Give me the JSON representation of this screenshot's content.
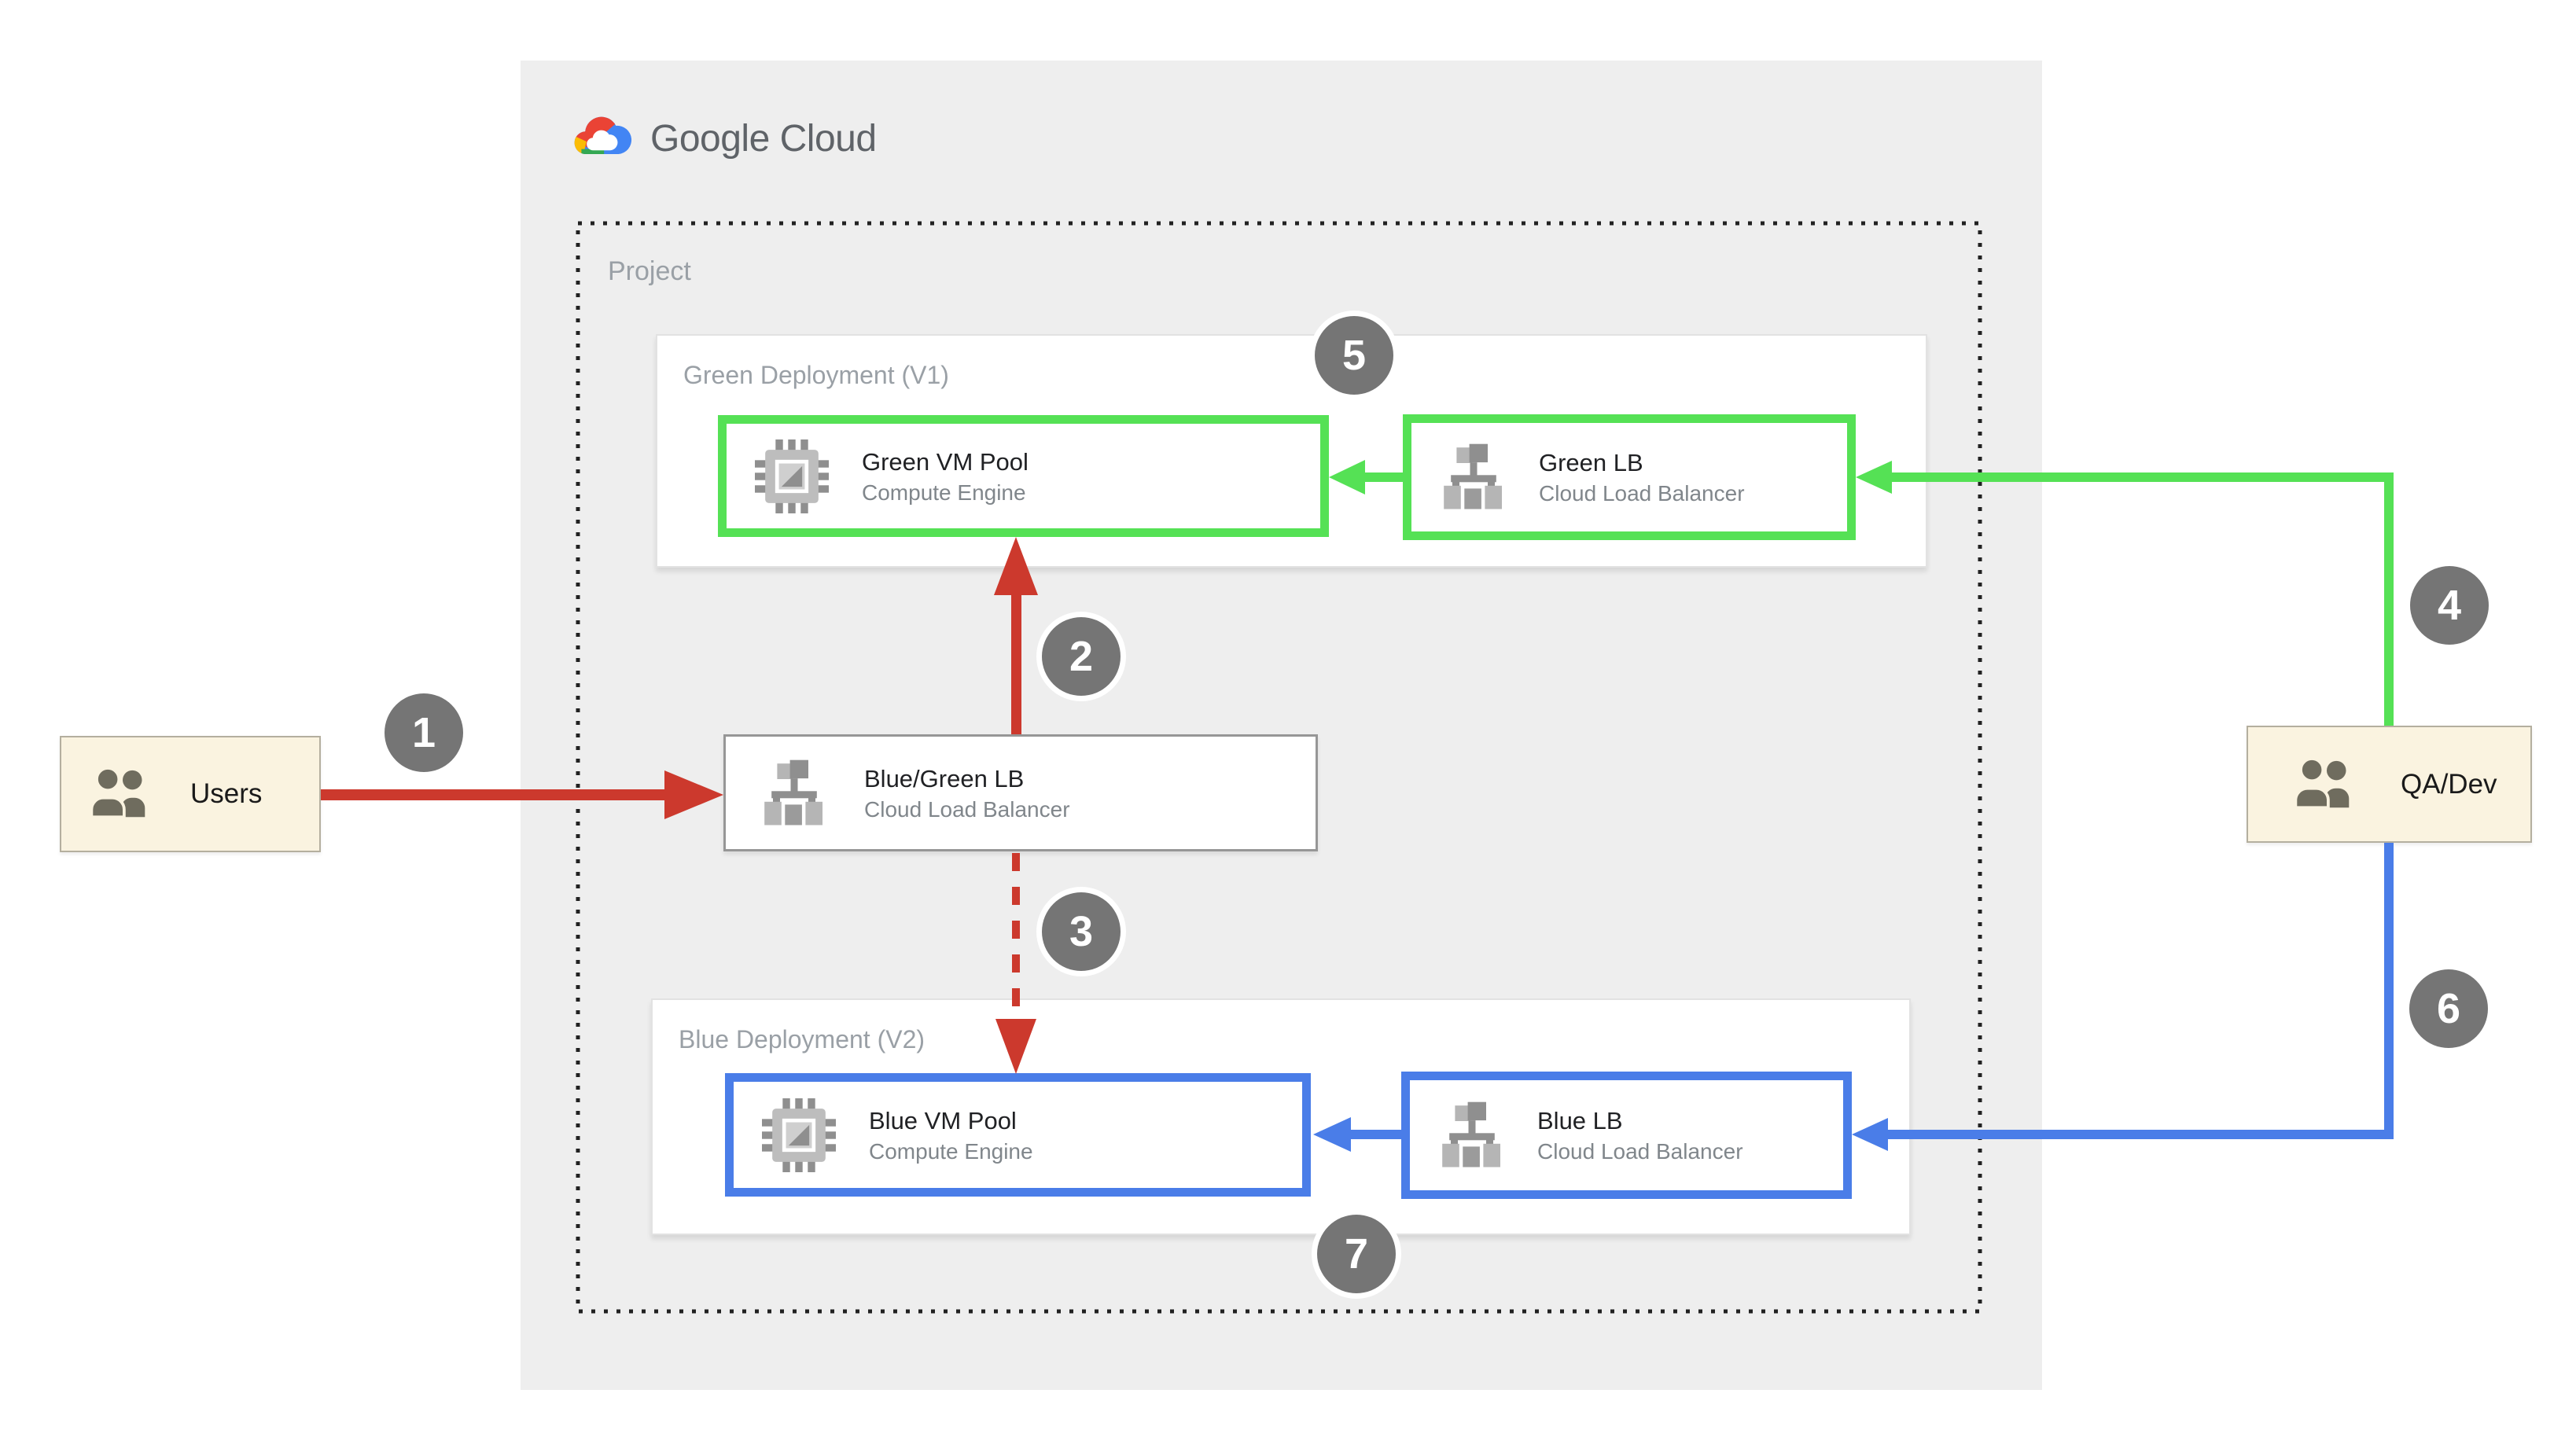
{
  "brand": {
    "name": "Google Cloud"
  },
  "project": {
    "label": "Project"
  },
  "groups": {
    "green": {
      "label": "Green Deployment (V1)"
    },
    "blue": {
      "label": "Blue Deployment (V2)"
    }
  },
  "nodes": {
    "green_vm_pool": {
      "title": "Green VM Pool",
      "subtitle": "Compute Engine"
    },
    "green_lb": {
      "title": "Green LB",
      "subtitle": "Cloud Load Balancer"
    },
    "bluegreen_lb": {
      "title": "Blue/Green LB",
      "subtitle": "Cloud Load Balancer"
    },
    "blue_vm_pool": {
      "title": "Blue VM Pool",
      "subtitle": "Compute Engine"
    },
    "blue_lb": {
      "title": "Blue LB",
      "subtitle": "Cloud Load Balancer"
    }
  },
  "actors": {
    "users": {
      "label": "Users"
    },
    "qa_dev": {
      "label": "QA/Dev"
    }
  },
  "steps": [
    "1",
    "2",
    "3",
    "4",
    "5",
    "6",
    "7"
  ],
  "icons": {
    "logo": "google-cloud-logo",
    "compute": "compute-engine-icon",
    "load_balancer": "load-balancer-icon",
    "people": "users-icon"
  },
  "colors": {
    "green_accent": "#55E155",
    "blue_accent": "#4A7DE8",
    "red_accent": "#CC392D",
    "badge_gray": "#757575",
    "panel_bg": "#EEEEEE",
    "actor_bg": "#FAF3E0",
    "muted_text": "#9AA0A6",
    "title_text": "#202124",
    "subtitle_text": "#80868B",
    "logo_text": "#5F6368"
  }
}
